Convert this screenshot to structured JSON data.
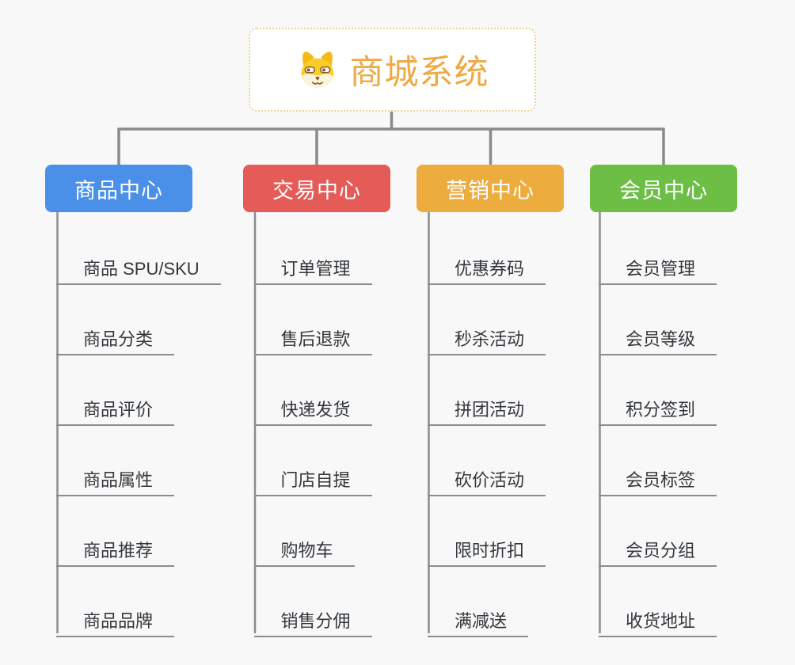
{
  "root": {
    "title": "商城系统",
    "title_color": "#F0A842",
    "border_color": "#F3CE92",
    "icon": "dog-face-icon"
  },
  "branches": [
    {
      "label": "商品中心",
      "color": "#4A90E8",
      "children": [
        "商品 SPU/SKU",
        "商品分类",
        "商品评价",
        "商品属性",
        "商品推荐",
        "商品品牌"
      ]
    },
    {
      "label": "交易中心",
      "color": "#E45B58",
      "children": [
        "订单管理",
        "售后退款",
        "快递发货",
        "门店自提",
        "购物车",
        "销售分佣"
      ]
    },
    {
      "label": "营销中心",
      "color": "#ECAC3E",
      "children": [
        "优惠券码",
        "秒杀活动",
        "拼团活动",
        "砍价活动",
        "限时折扣",
        "满减送"
      ]
    },
    {
      "label": "会员中心",
      "color": "#6CBE45",
      "children": [
        "会员管理",
        "会员等级",
        "积分签到",
        "会员标签",
        "会员分组",
        "收货地址"
      ]
    }
  ],
  "colors": {
    "background": "#F8F8F8",
    "connector_line": "#8A8A8A",
    "topic_underline": "#8C8C8C",
    "topic_text": "#33373C",
    "dog_yellow": "#F9CD27",
    "dog_ear": "#F5B916",
    "dog_cream": "#FCF3DC",
    "dog_brown": "#8A5A28"
  }
}
